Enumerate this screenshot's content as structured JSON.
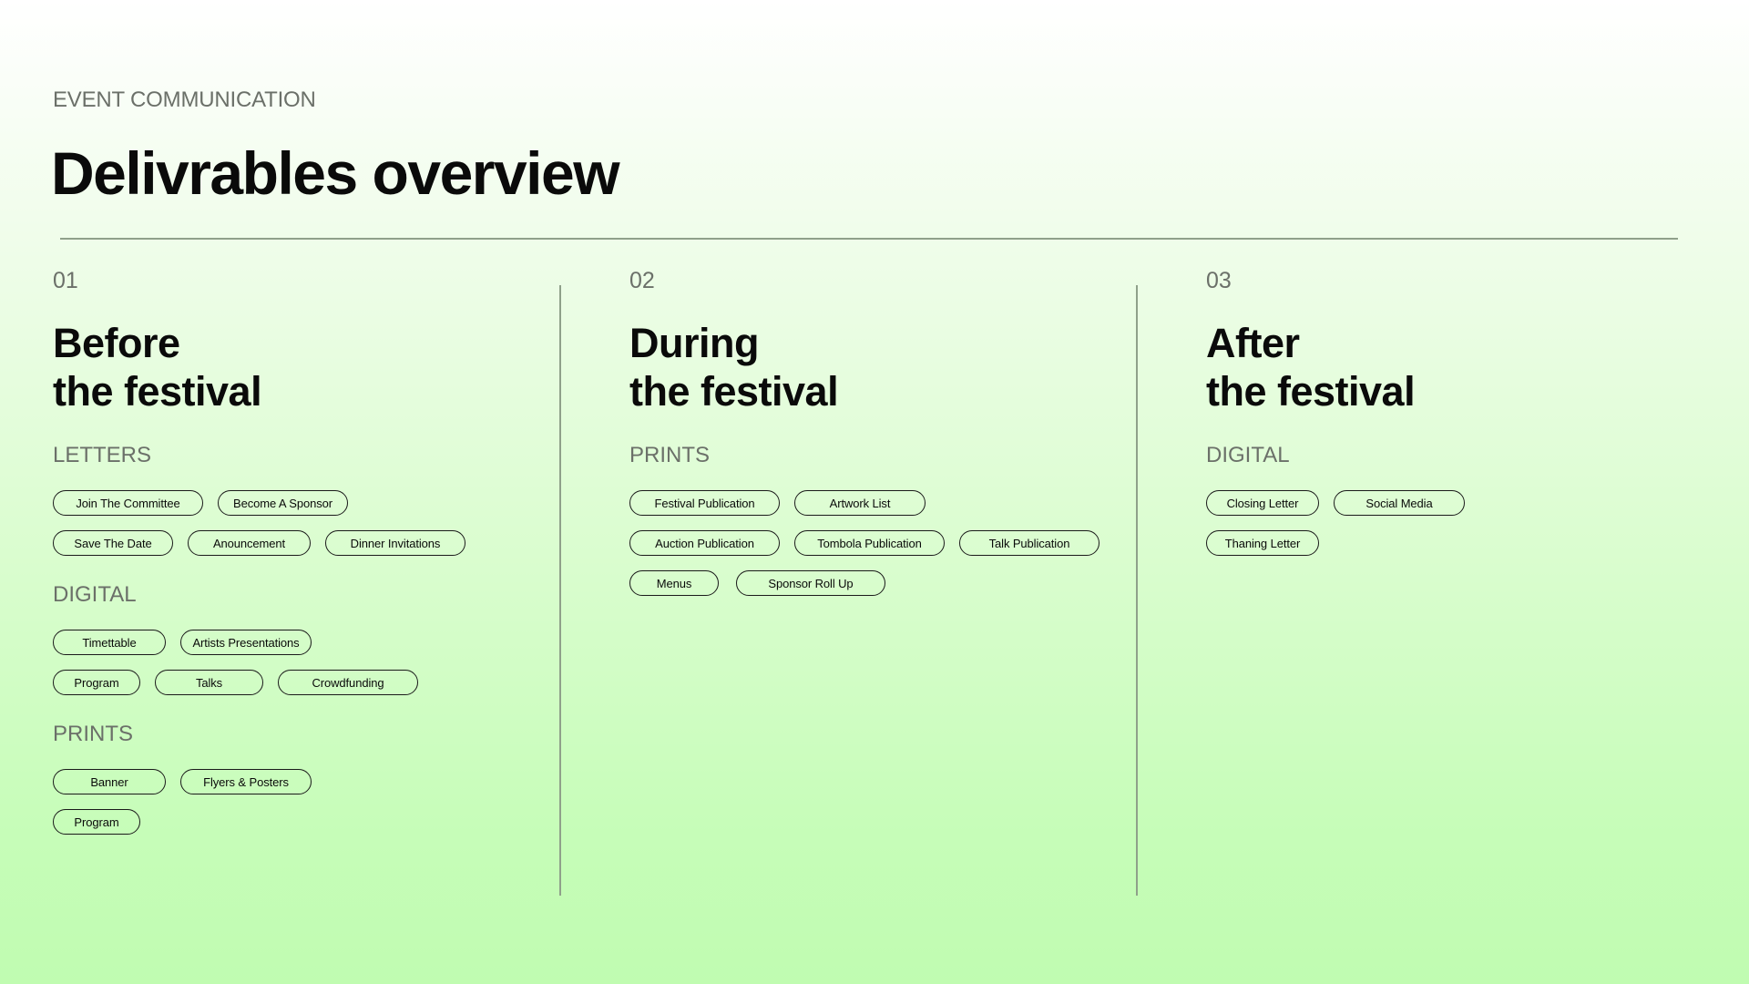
{
  "header": {
    "eyebrow": "EVENT COMMUNICATION",
    "title": "Delivrables overview"
  },
  "colors": {
    "text": "#0a0a0a",
    "muted": "#6b7069",
    "rule": "#8fa08a",
    "bg_top": "#ffffff",
    "bg_bottom": "#c0fcb1"
  },
  "columns": [
    {
      "number": "01",
      "heading_line1": "Before",
      "heading_line2": "the festival",
      "groups": [
        {
          "label": "LETTERS",
          "rows": [
            [
              "Join The Committee",
              "Become A Sponsor"
            ],
            [
              "Save The Date",
              "Anouncement",
              "Dinner Invitations"
            ]
          ]
        },
        {
          "label": "DIGITAL",
          "rows": [
            [
              "Timettable",
              "Artists Presentations"
            ],
            [
              "Program",
              "Talks",
              "Crowdfunding"
            ]
          ]
        },
        {
          "label": "PRINTS",
          "rows": [
            [
              "Banner",
              "Flyers & Posters"
            ],
            [
              "Program"
            ]
          ]
        }
      ]
    },
    {
      "number": "02",
      "heading_line1": "During",
      "heading_line2": "the festival",
      "groups": [
        {
          "label": "PRINTS",
          "rows": [
            [
              "Festival Publication",
              "Artwork List"
            ],
            [
              "Auction Publication",
              "Tombola Publication",
              "Talk Publication"
            ],
            [
              "Menus",
              "Sponsor Roll Up"
            ]
          ]
        }
      ]
    },
    {
      "number": "03",
      "heading_line1": "After",
      "heading_line2": "the festival",
      "groups": [
        {
          "label": "DIGITAL",
          "rows": [
            [
              "Closing Letter",
              "Social Media"
            ],
            [
              "Thaning Letter"
            ]
          ]
        }
      ]
    }
  ]
}
